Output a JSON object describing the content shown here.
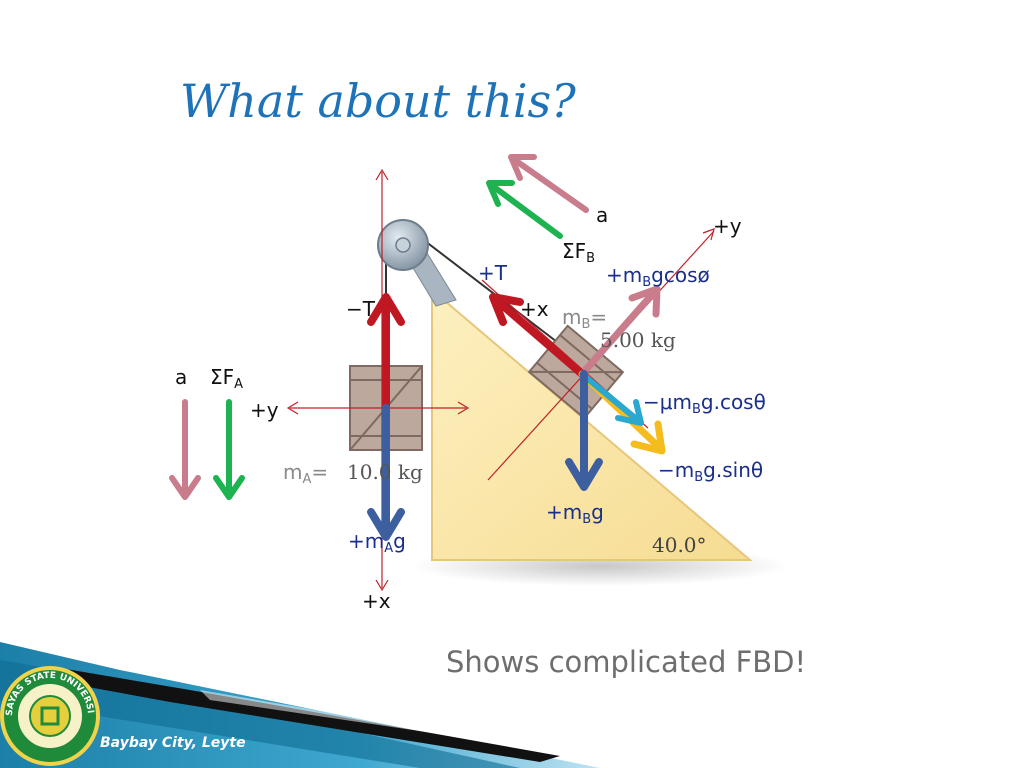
{
  "title": "What about this?",
  "caption": "Shows complicated FBD!",
  "footer": {
    "location": "Baybay City, Leyte",
    "logo_text": "VISAYAS STATE UNIVERSITY"
  },
  "diagram": {
    "angle_label": "40.0°",
    "block_a": {
      "label_prefix": "m",
      "label_sub": "A",
      "label_eq": "=",
      "mass": "10.0 kg"
    },
    "block_b": {
      "label_prefix": "m",
      "label_sub": "B",
      "label_eq": "=",
      "mass": "5.00 kg"
    },
    "left_labels": {
      "accel": "a",
      "net_force_prefix": "ΣF",
      "net_force_sub": "A",
      "plus_y": "+y",
      "minus_t": "−T",
      "weight_prefix": "+m",
      "weight_sub": "A",
      "weight_suffix": "g",
      "plus_x": "+x"
    },
    "right_labels": {
      "accel": "a",
      "net_force_prefix": "ΣF",
      "net_force_sub": "B",
      "plus_y": "+y",
      "plus_t": "+T",
      "plus_x": "+x",
      "normal_prefix": "+m",
      "normal_sub": "B",
      "normal_suffix": "gcosø",
      "friction_prefix": "−μm",
      "friction_sub": "B",
      "friction_suffix": "g.cosθ",
      "parallel_prefix": "−m",
      "parallel_sub": "B",
      "parallel_suffix": "g.sinθ",
      "weight_prefix": "+m",
      "weight_sub": "B",
      "weight_suffix": "g"
    },
    "colors": {
      "accel": "#c87c8c",
      "net_force": "#1db350",
      "tension": "#c01822",
      "weight": "#3d5fa0",
      "normal": "#c87c8c",
      "friction": "#2aa8d0",
      "parallel": "#f4bc1c",
      "axes": "#c0202a",
      "incline": "#fbe8a8"
    }
  }
}
